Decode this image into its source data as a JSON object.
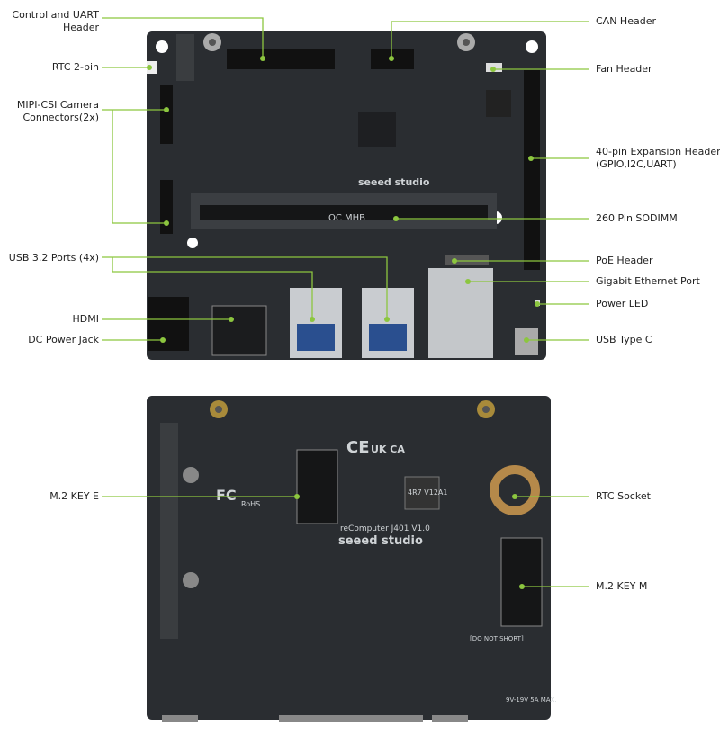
{
  "colors": {
    "leader": "#8cc63f",
    "board": "#2a2d31",
    "board_edge": "#1b1d20"
  },
  "top_view": {
    "left_labels": [
      {
        "lines": [
          "Control and UART",
          "Header"
        ]
      },
      {
        "lines": [
          "RTC 2-pin"
        ]
      },
      {
        "lines": [
          "MIPI-CSI Camera",
          "Connectors(2x)"
        ]
      },
      {
        "lines": [
          "USB 3.2 Ports (4x)"
        ]
      },
      {
        "lines": [
          "HDMI"
        ]
      },
      {
        "lines": [
          "DC Power Jack"
        ]
      }
    ],
    "right_labels": [
      {
        "lines": [
          "CAN Header"
        ]
      },
      {
        "lines": [
          "Fan Header"
        ]
      },
      {
        "lines": [
          "40-pin Expansion Header",
          "(GPIO,I2C,UART)"
        ]
      },
      {
        "lines": [
          "260 Pin SODIMM"
        ]
      },
      {
        "lines": [
          "PoE Header"
        ]
      },
      {
        "lines": [
          "Gigabit Ethernet Port"
        ]
      },
      {
        "lines": [
          "Power LED"
        ]
      },
      {
        "lines": [
          "USB Type C"
        ]
      }
    ],
    "silkscreen": {
      "brand": "seeed studio",
      "sodimm": "OC MHB"
    }
  },
  "bottom_view": {
    "left_labels": [
      {
        "lines": [
          "M.2 KEY E"
        ]
      }
    ],
    "right_labels": [
      {
        "lines": [
          "RTC Socket"
        ]
      },
      {
        "lines": [
          "M.2 KEY M"
        ]
      }
    ],
    "silkscreen": {
      "model": "reComputer J401 V1.0",
      "brand": "seeed studio",
      "ce": "CE",
      "ukca": "UK CA",
      "fc": "FC",
      "rohs": "RoHS",
      "do_not_short": "[DO NOT SHORT]",
      "power_rating": "9V-19V 5A MAX.",
      "inductor": "4R7 V12A1"
    }
  }
}
